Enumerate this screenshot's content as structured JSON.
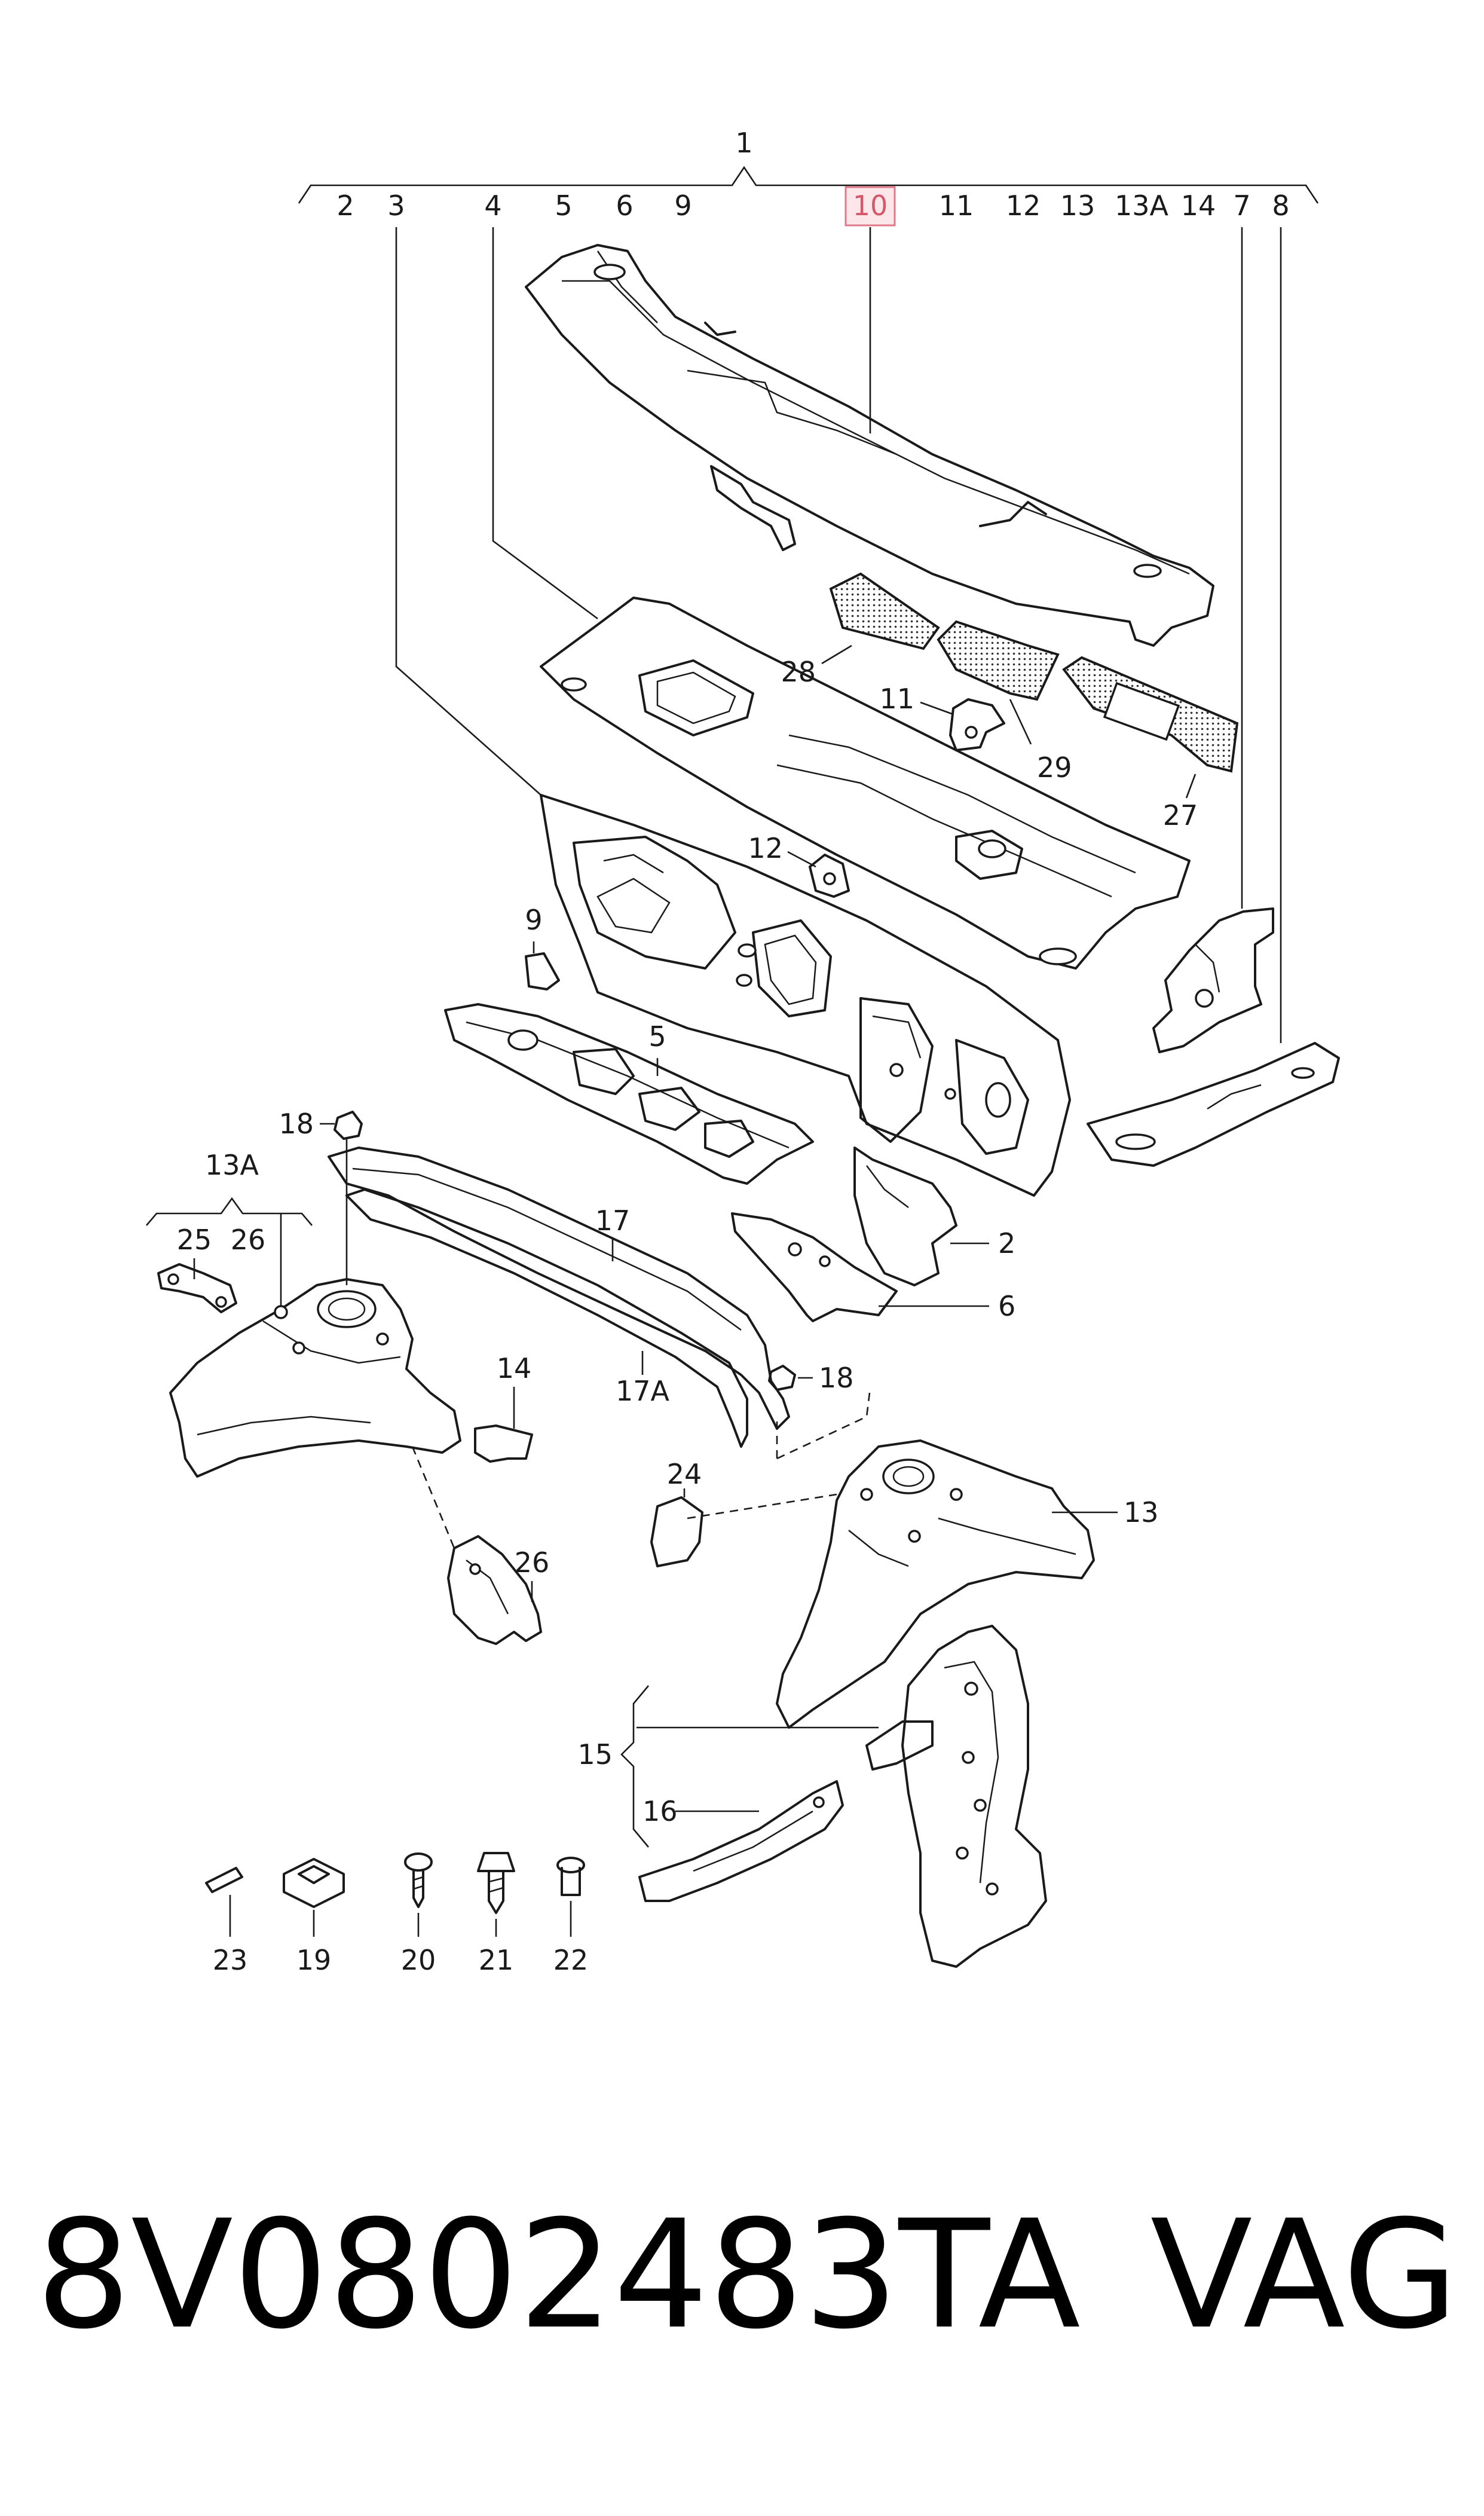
{
  "diagram": {
    "callouts": {
      "n1": "1",
      "n2": "2",
      "n3": "3",
      "n4": "4",
      "n5": "5",
      "n6": "6",
      "n7": "7",
      "n8": "8",
      "n9": "9",
      "n10": "10",
      "n11": "11",
      "n12": "12",
      "n13": "13",
      "n13a": "13A",
      "n14": "14",
      "n15": "15",
      "n16": "16",
      "n17": "17",
      "n17a": "17A",
      "n18": "18",
      "n19": "19",
      "n20": "20",
      "n21": "21",
      "n22": "22",
      "n23": "23",
      "n24": "24",
      "n25": "25",
      "n26": "26",
      "n27": "27",
      "n28": "28",
      "n29": "29"
    },
    "highlight_color": "#e07a8a"
  },
  "footer": {
    "part_number": "8V0802483TA",
    "brand": "VAG"
  }
}
